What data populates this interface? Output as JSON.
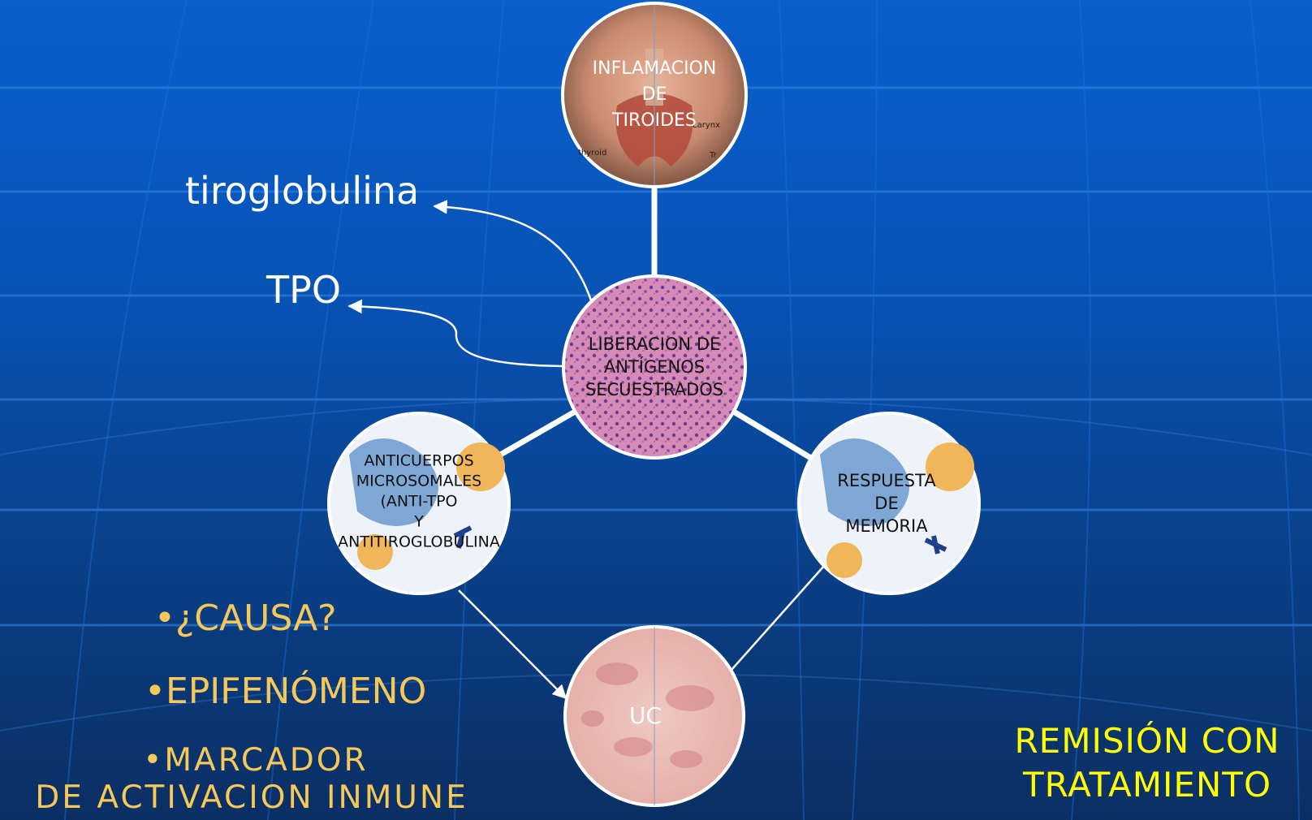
{
  "nodes": {
    "inflamacion": [
      "INFLAMACION",
      "DE",
      "TIROIDES"
    ],
    "liberacion": [
      "LIBERACION DE",
      "ANTÍGENOS",
      "SECUESTRADOS"
    ],
    "anticuerpos": [
      "ANTICUERPOS",
      "MICROSOMALES",
      "(ANTI-TPO",
      "Y",
      "ANTITIROGLOBULINA"
    ],
    "respuesta": [
      "RESPUESTA",
      "DE",
      "MEMORIA"
    ],
    "uc": "UC"
  },
  "inflamacion_image_labels": {
    "larynx": "Larynx",
    "thyroid": "thyroid",
    "trachea": "Tr"
  },
  "labels": {
    "tiroglobulina": "tiroglobulina",
    "tpo": "TPO"
  },
  "bullets": {
    "causa": "•¿CAUSA?",
    "epifenomeno": "•EPIFENÓMENO",
    "marcador_1": "•MARCADOR",
    "marcador_2": "DE ACTIVACION INMUNE"
  },
  "remision": [
    "REMISIÓN CON",
    "TRATAMIENTO"
  ],
  "colors": {
    "background_top": "#0a5fcc",
    "background_bottom": "#0b2f63",
    "bullet_text": "#f5c85a",
    "remision_text": "#ffff00",
    "label_text": "#ffffff"
  }
}
